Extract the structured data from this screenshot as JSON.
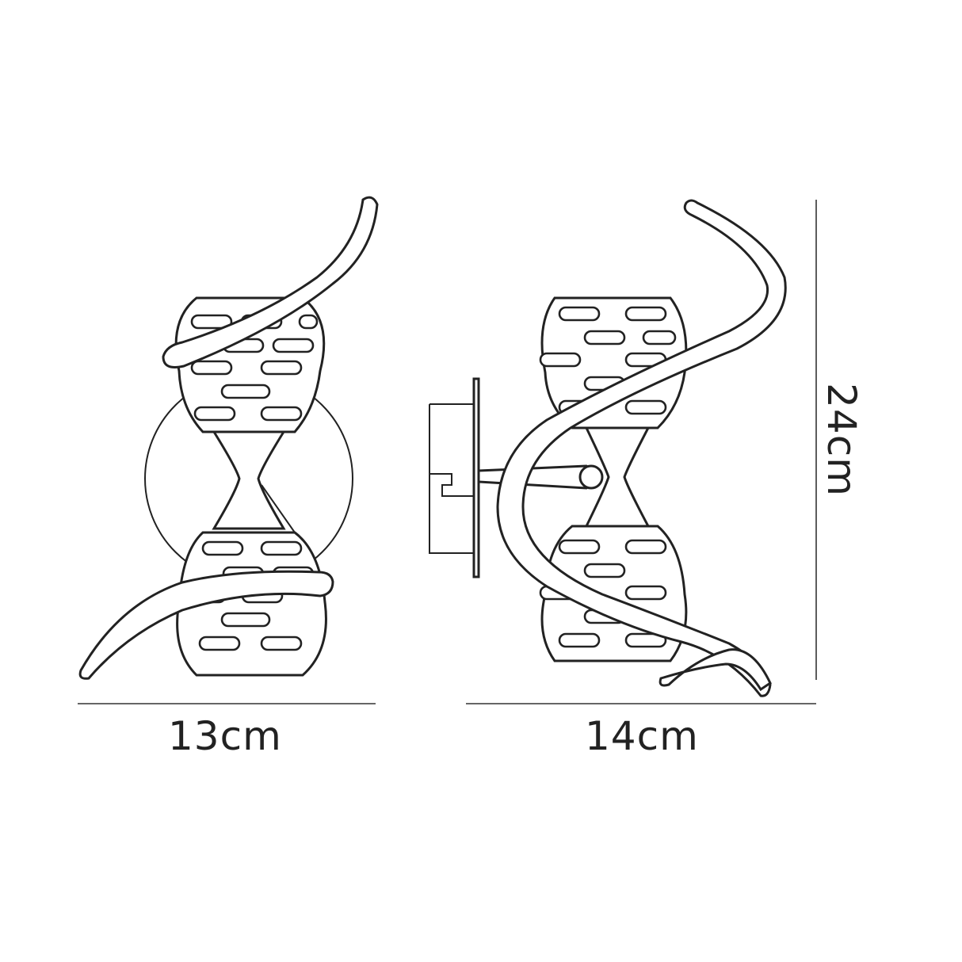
{
  "dimensions": {
    "front_width": "13cm",
    "side_width": "14cm",
    "height": "24cm"
  },
  "colors": {
    "stroke": "#222222",
    "background": "#ffffff"
  }
}
